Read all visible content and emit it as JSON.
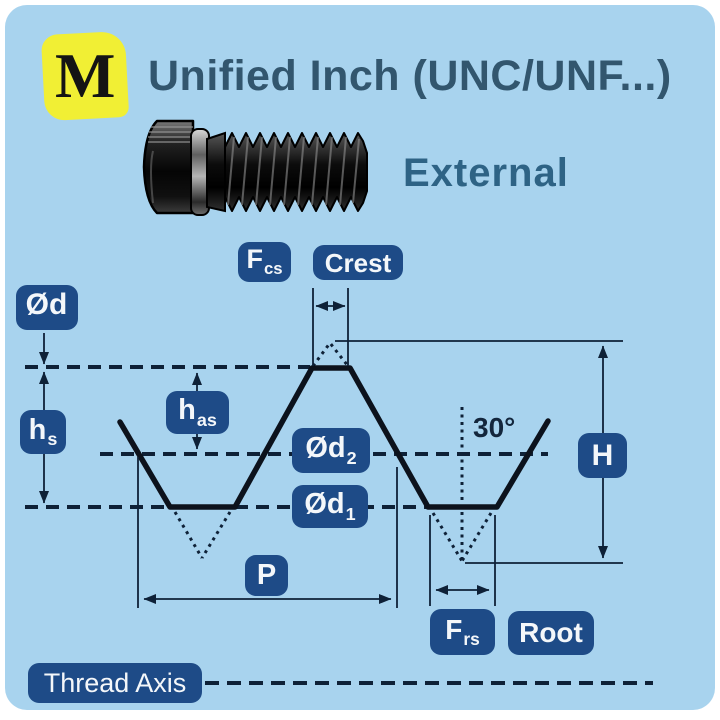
{
  "header": {
    "logo_letter": "M",
    "title": "Unified Inch (UNC/UNF...)",
    "variant": "External"
  },
  "diagram": {
    "labels": {
      "od": {
        "base": "Ød",
        "sub": ""
      },
      "fcs": {
        "base": "F",
        "sub": "cs"
      },
      "crest": {
        "base": "Crest",
        "sub": ""
      },
      "hs": {
        "base": "h",
        "sub": "s"
      },
      "has": {
        "base": "h",
        "sub": "as"
      },
      "od2": {
        "base": "Ød",
        "sub": "2"
      },
      "od1": {
        "base": "Ød",
        "sub": "1"
      },
      "h": {
        "base": "H",
        "sub": ""
      },
      "p": {
        "base": "P",
        "sub": ""
      },
      "frs": {
        "base": "F",
        "sub": "rs"
      },
      "root": {
        "base": "Root",
        "sub": ""
      },
      "thread_axis": {
        "base": "Thread Axis",
        "sub": ""
      },
      "angle": "30°"
    }
  },
  "colors": {
    "background": "#a8d3ee",
    "label_box": "#1e4b87",
    "label_text": "#f4f7fa",
    "line": "#0e2137",
    "profile_line": "#0c121c",
    "title_text": "#32566e",
    "subtitle_text": "#2e6385",
    "logo_background": "#f1ef34",
    "logo_letter": "#141414"
  }
}
